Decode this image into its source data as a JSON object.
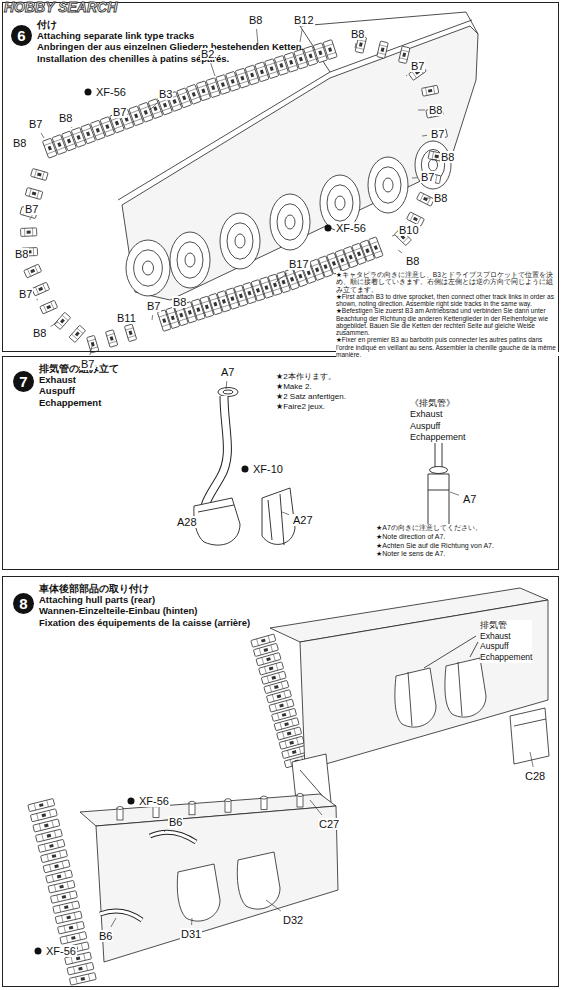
{
  "diagram": {
    "nodes": [
      {
        "text": [
          "6",
          "付け",
          "Attaching separate link type tracks",
          "Anbringen der aus einzelnen Gliedern bestehenden Ketten.",
          "Installation des chenilles à patins séparés."
        ]
      },
      {
        "text": [
          "7",
          "排気管の組み立て",
          "Exhaust",
          "Auspuff",
          "Echappement"
        ]
      },
      {
        "text": [
          "8",
          "車体後部部品の取り付け",
          "Attaching hull parts (rear)",
          "Wannen-Einzelteile-Einbau (hinten)",
          "Fixation des équipements de la caisse (arrière)"
        ]
      }
    ],
    "labels": [
      "HOBBY SEARCH",
      "B8",
      "B12",
      "B8",
      "B2",
      "B7",
      "XF-56",
      "B3",
      "B7",
      "B8",
      "B7",
      "B8",
      "B8",
      "B7",
      "B8",
      "B7",
      "B8",
      "XF-56",
      "B10",
      "B17",
      "B8",
      "B7",
      "B8",
      "B7",
      "B8",
      "B11",
      "B7",
      "B8",
      "B7",
      "★キャタピラの向きに注意し、B3とドライブスプロケットで位置を決め、順に接着していきます。右側は左側とは逆の方向で同じように組み立てます。",
      "★First attach B3 to drive sprocket, then connect other track links in order as shown, noting direction. Assemble right side tracks in the same way.",
      "★Befestigen Sie zuerst B3 am Antriebsrad und verbinden Sie dann unter Beachtung der Richtung die anderen Kettenglieder in der Reihenfolge wie abgebildet. Bauen Sie die Ketten der rechten Seite auf gleiche Weise zusammen.",
      "★Fixer en premier B3 au barbotin puis connecter les autres patins dans l'ordre indiqué en veillant au sens. Assembler la chenille gauche de la même manière.",
      "A7",
      "★2本作ります。",
      "★Make 2.",
      "★2 Satz anfertigen.",
      "★Faire2 jeux.",
      "XF-10",
      "A28",
      "A27",
      "《排気管》",
      "Exhaust",
      "Auspuff",
      "Echappement",
      "A7",
      "★A7の向きに注意してください。",
      "★Note direction of A7.",
      "★Achten Sie auf die Richtung von A7.",
      "★Noter le sens de A7.",
      "排気管",
      "Exhaust",
      "Auspuff",
      "Echappement",
      "C28",
      "C27",
      "XF-56",
      "B6",
      "B6",
      "XF-56",
      "D32",
      "D31"
    ]
  }
}
